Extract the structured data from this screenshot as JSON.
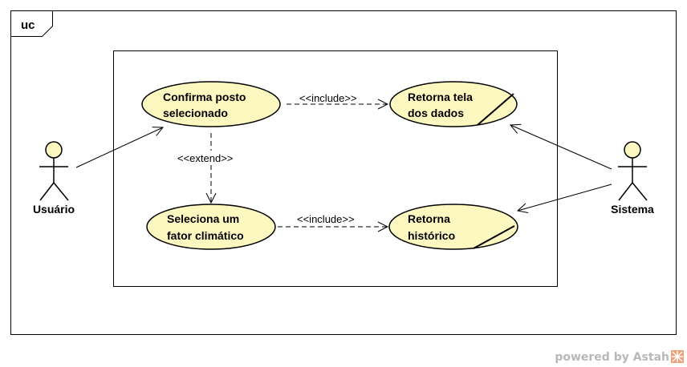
{
  "frame": {
    "tag": "uc"
  },
  "actors": {
    "left": {
      "name": "Usuário"
    },
    "right": {
      "name": "Sistema"
    }
  },
  "use_cases": {
    "confirma": {
      "line1": "Confirma posto",
      "line2": "selecionado"
    },
    "retorna_tela": {
      "line1": "Retorna tela",
      "line2": "dos dados"
    },
    "seleciona": {
      "line1": "Seleciona um",
      "line2": "fator climático"
    },
    "retorna_hist": {
      "line1": "Retorna",
      "line2": "histórico"
    }
  },
  "relations": {
    "include_top": "<<include>>",
    "include_bottom": "<<include>>",
    "extend": "<<extend>>"
  },
  "footer": {
    "powered": "powered by Astah"
  },
  "colors": {
    "usecase_fill": "#fdf7c0",
    "actor_head": "#fdf7c0",
    "line": "#000000"
  }
}
